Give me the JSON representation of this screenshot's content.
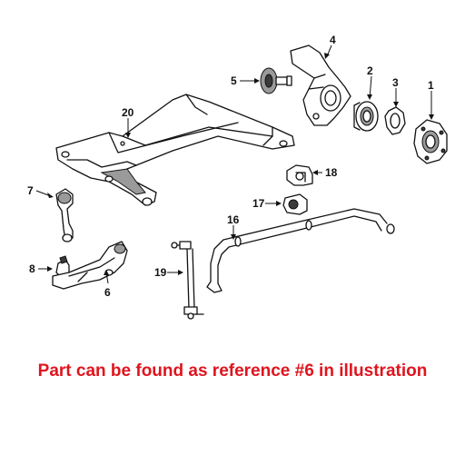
{
  "diagram": {
    "callouts": [
      "1",
      "2",
      "3",
      "4",
      "5",
      "6",
      "7",
      "8",
      "16",
      "17",
      "18",
      "19",
      "20"
    ]
  },
  "caption": "Part can be found as reference #6 in illustration",
  "colors": {
    "caption": "#e0141e",
    "line_art": "#111111",
    "background": "#ffffff"
  },
  "parts": [
    "hub-flange-icon",
    "wheel-bearing-icon",
    "bearing-retainer-icon",
    "steering-knuckle-icon",
    "axle-nut-gear-icon",
    "crossmember-subframe-icon",
    "bushing-icon",
    "stabilizer-bar-bracket-icon",
    "stabilizer-bar-icon",
    "stabilizer-link-icon",
    "ball-joint-icon",
    "control-arm-icon"
  ]
}
